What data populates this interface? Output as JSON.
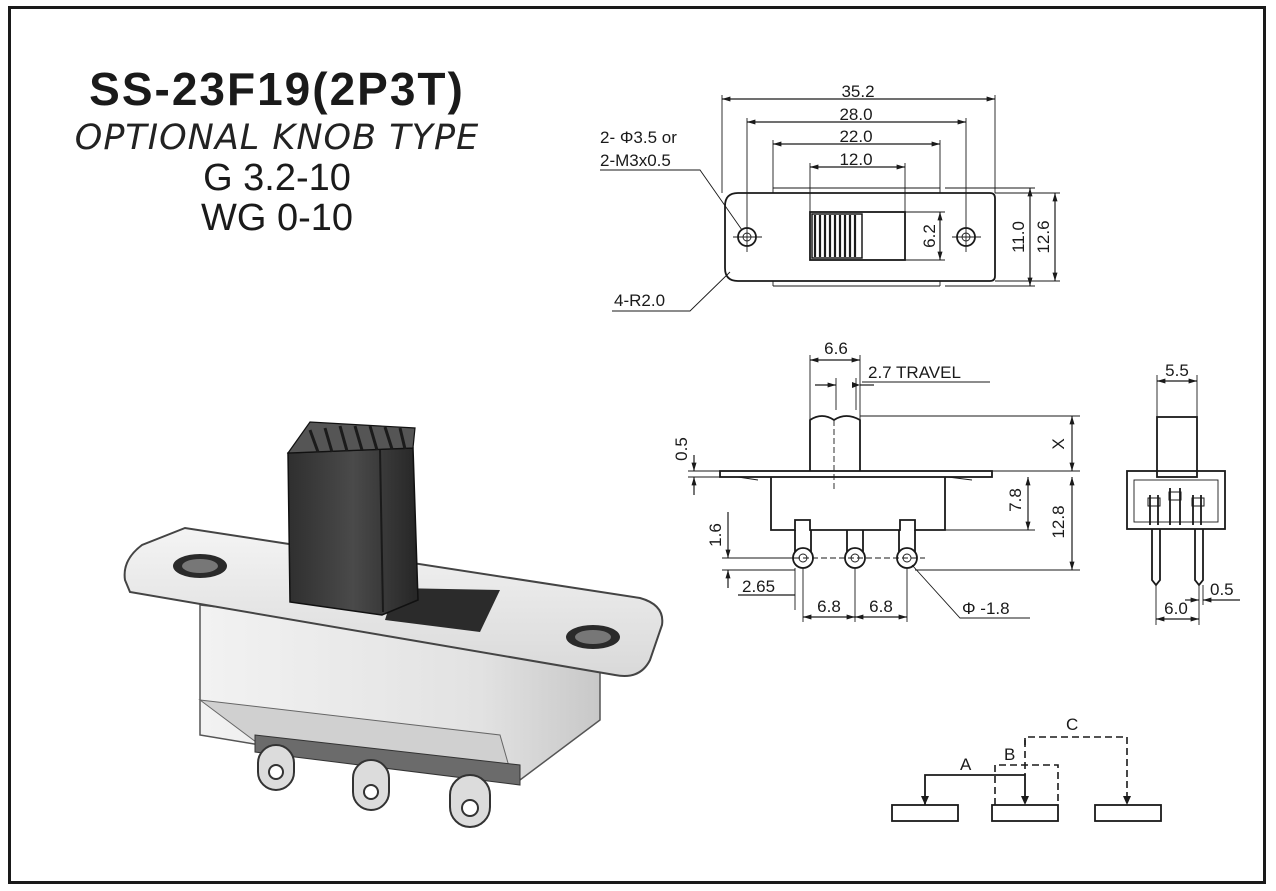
{
  "title": {
    "model": "SS-23F19(2P3T)",
    "subtitle": "OPTIONAL KNOB TYPE",
    "spec_line1": "G 3.2-10",
    "spec_line2": "WG 0-10"
  },
  "top_view": {
    "dims": [
      "35.2",
      "28.0",
      "22.0",
      "12.0",
      "6.2",
      "11.0",
      "12.6"
    ],
    "hole_note_1": "2- Φ3.5 or",
    "hole_note_2": "2-M3x0.5",
    "radius_note": "4-R2.0"
  },
  "front_view": {
    "knob_width": "6.6",
    "travel": "2.7  TRAVEL",
    "plate_thickness": "0.5",
    "knob_height": "X",
    "body_height": "7.8",
    "total_height": "12.8",
    "pin_offset": "1.6",
    "pin_edge": "2.65",
    "pitch_1": "6.8",
    "pitch_2": "6.8",
    "hole_dia": "Φ -1.8"
  },
  "side_view": {
    "knob_width": "5.5",
    "pin_thickness": "0.5",
    "pin_spacing": "6.0"
  },
  "schematic": {
    "labels": [
      "A",
      "B",
      "C"
    ]
  },
  "colors": {
    "ink": "#1a1a1a",
    "metal": "#e9e9e9",
    "knob": "#3a3a3a"
  }
}
